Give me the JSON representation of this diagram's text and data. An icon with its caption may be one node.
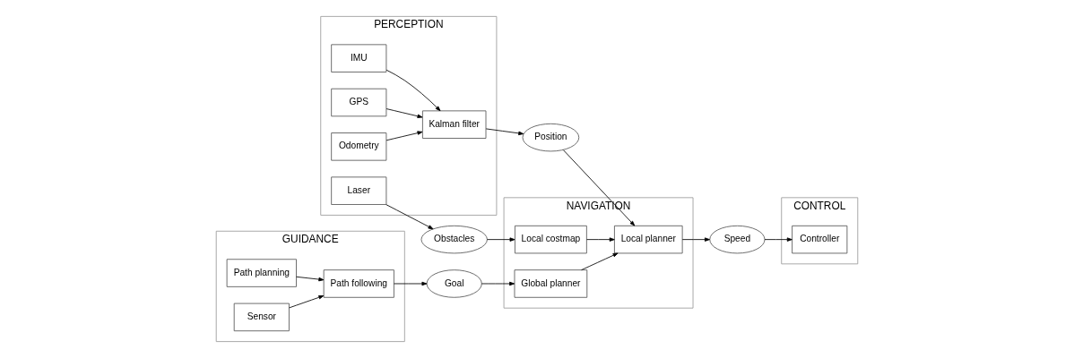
{
  "diagram": {
    "nodes": [
      {
        "text": [
          "PERCEPTION"
        ]
      },
      {
        "text": [
          "Laser"
        ],
        "in": 0
      },
      {
        "text": [
          "IMU"
        ],
        "in": 0
      },
      {
        "text": [
          "GPS"
        ],
        "in": 0
      },
      {
        "text": [
          "Odometry"
        ],
        "in": 0
      },
      {
        "text": [
          "Kalman filter"
        ],
        "in": 0
      },
      {
        "text": [
          "Obstacles"
        ]
      },
      {
        "text": [
          "Position"
        ]
      },
      {
        "text": [
          "NAVIGATION"
        ]
      },
      {
        "text": [
          "Local costmap"
        ],
        "in": 8
      },
      {
        "text": [
          "Local planner"
        ],
        "in": 8
      },
      {
        "text": [
          "Global planner"
        ],
        "in": 8
      },
      {
        "text": [
          "GUIDANCE"
        ]
      },
      {
        "text": [
          "Path planning"
        ],
        "in": 12
      },
      {
        "text": [
          "Path following"
        ],
        "in": 12
      },
      {
        "text": [
          "Sensor"
        ],
        "in": 12
      },
      {
        "text": [
          "Goal"
        ]
      },
      {
        "text": [
          "Speed"
        ]
      },
      {
        "text": [
          "CONTROL"
        ]
      },
      {
        "text": [
          "Controller"
        ],
        "in": 18
      }
    ],
    "edges": [
      {
        "from": 1,
        "to": 6,
        "arrow": "to"
      },
      {
        "from": 6,
        "to": 9,
        "arrow": "to"
      },
      {
        "from": 2,
        "to": 5,
        "arrow": "to"
      },
      {
        "from": 3,
        "to": 5,
        "arrow": "to"
      },
      {
        "from": 4,
        "to": 5,
        "arrow": "to"
      },
      {
        "from": 5,
        "to": 7,
        "arrow": "to"
      },
      {
        "from": 7,
        "to": 10,
        "arrow": "to"
      },
      {
        "from": 9,
        "to": 10,
        "arrow": "to"
      },
      {
        "from": 11,
        "to": 10,
        "arrow": "to"
      },
      {
        "from": 16,
        "to": 11,
        "arrow": "to"
      },
      {
        "from": 14,
        "to": 16,
        "arrow": "to"
      },
      {
        "from": 13,
        "to": 14,
        "arrow": "to"
      },
      {
        "from": 15,
        "to": 14,
        "arrow": "to"
      },
      {
        "from": 10,
        "to": 17,
        "arrow": "to"
      },
      {
        "from": 17,
        "to": 19,
        "arrow": "to"
      }
    ]
  }
}
